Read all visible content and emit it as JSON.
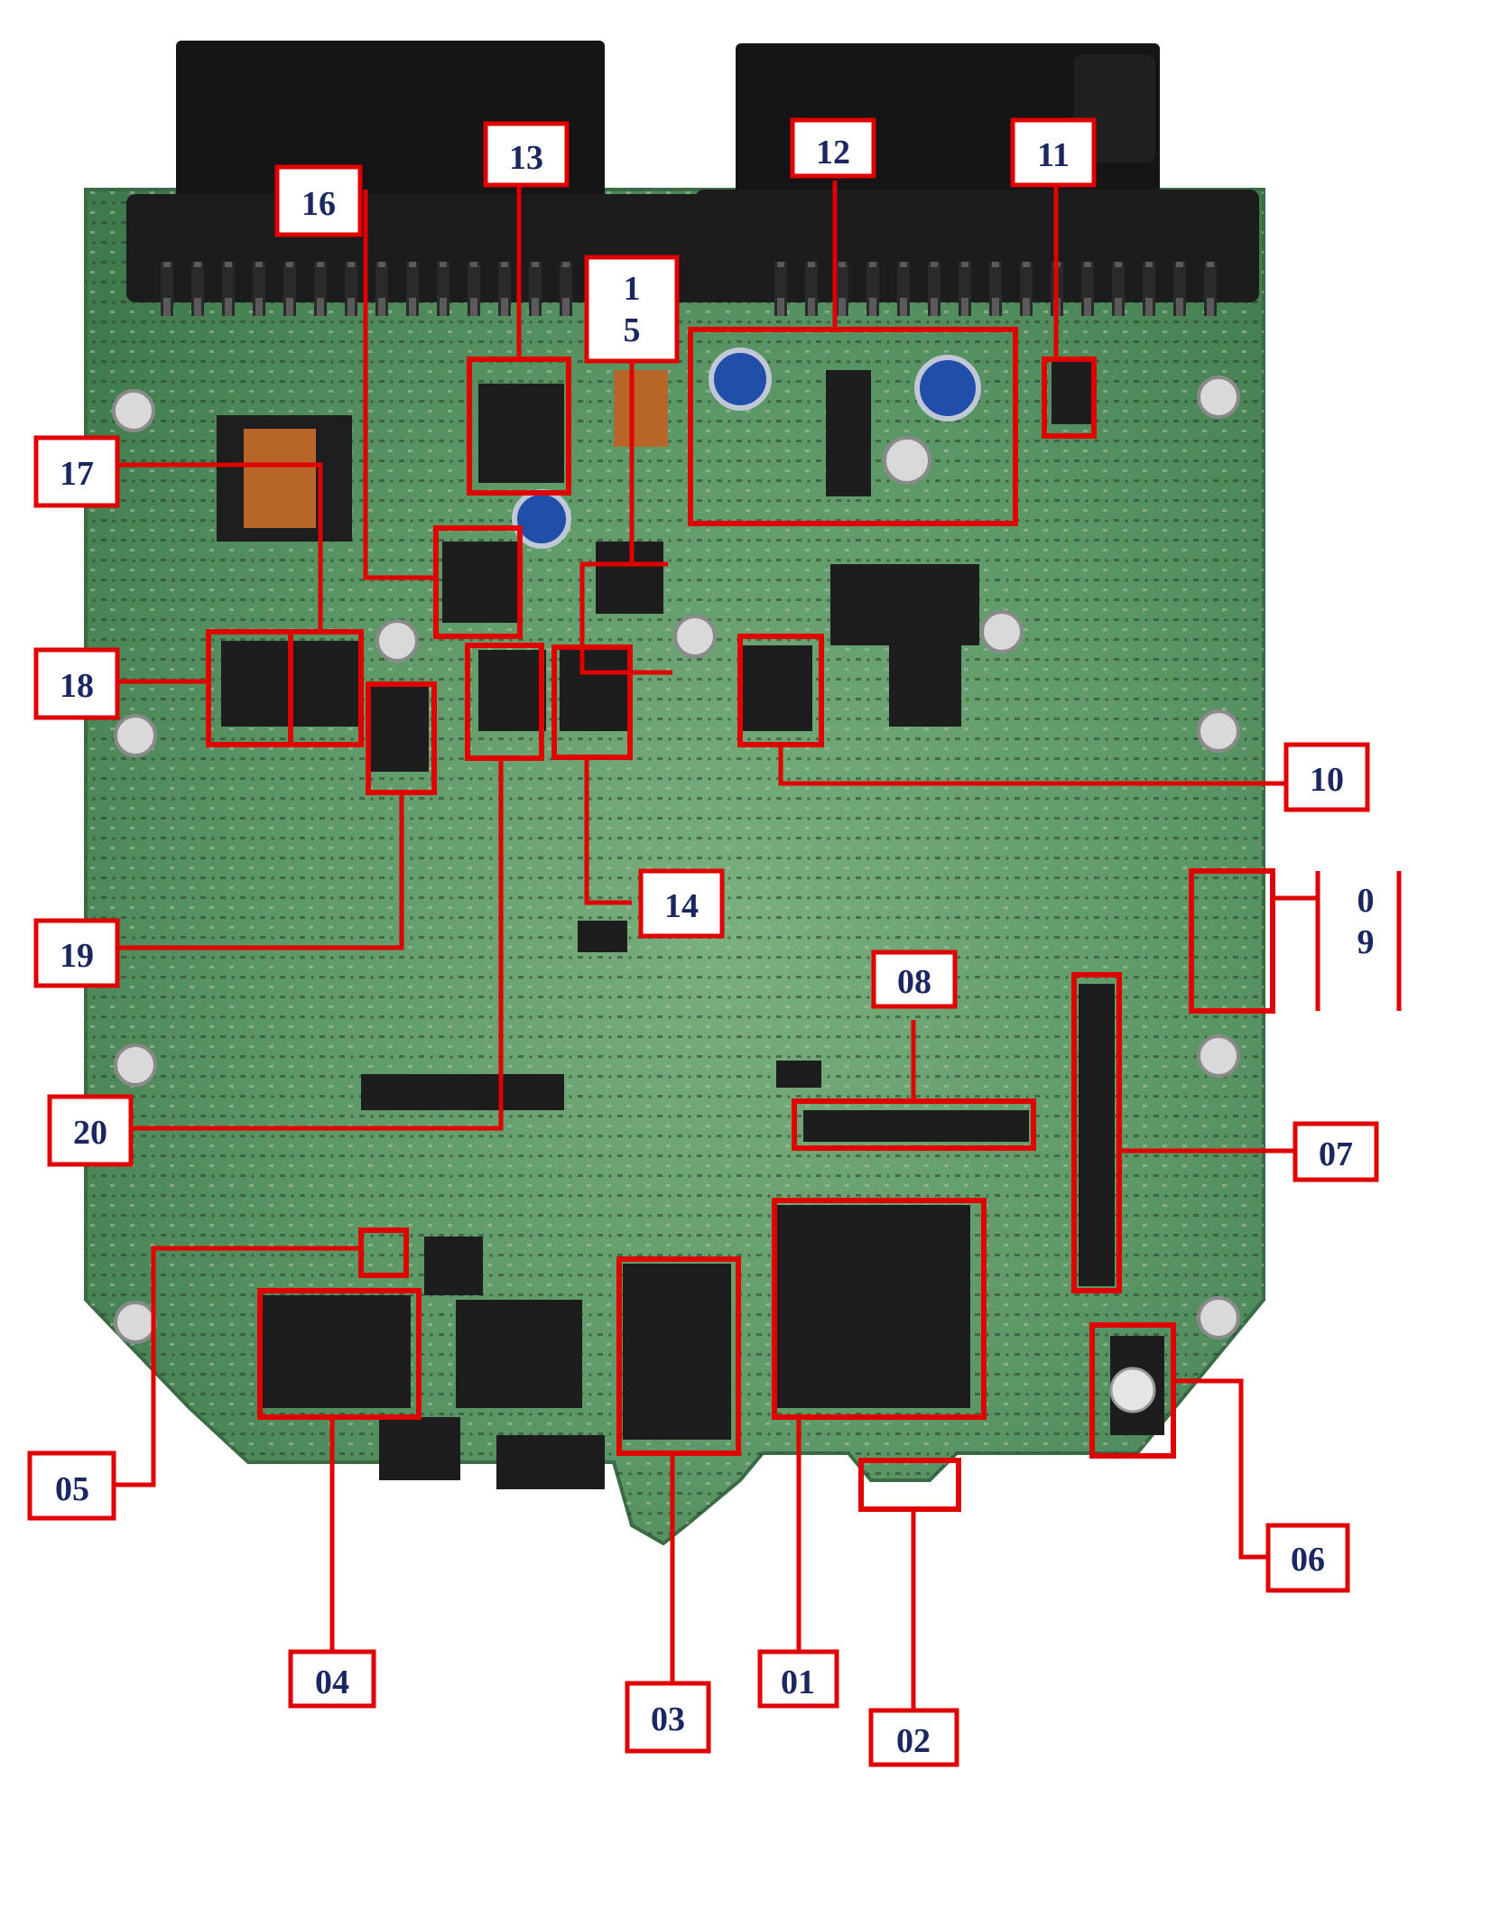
{
  "callouts": [
    {
      "id": "c01",
      "text": "01"
    },
    {
      "id": "c02",
      "text": "02"
    },
    {
      "id": "c03",
      "text": "03"
    },
    {
      "id": "c04",
      "text": "04"
    },
    {
      "id": "c05",
      "text": "05"
    },
    {
      "id": "c06",
      "text": "06"
    },
    {
      "id": "c07",
      "text": "07"
    },
    {
      "id": "c08",
      "text": "08"
    },
    {
      "id": "c09",
      "text": "0 9"
    },
    {
      "id": "c10",
      "text": "10"
    },
    {
      "id": "c11",
      "text": "11"
    },
    {
      "id": "c12",
      "text": "12"
    },
    {
      "id": "c13",
      "text": "13"
    },
    {
      "id": "c14",
      "text": "14"
    },
    {
      "id": "c15",
      "text": "1 5"
    },
    {
      "id": "c16",
      "text": "16"
    },
    {
      "id": "c17",
      "text": "17"
    },
    {
      "id": "c18",
      "text": "18"
    },
    {
      "id": "c19",
      "text": "19"
    },
    {
      "id": "c20",
      "text": "20"
    }
  ],
  "colors": {
    "board": "#4f8a5c",
    "connector": "#1a1a1a",
    "callout_red": "#e00000",
    "label_navy": "#1a2760"
  }
}
